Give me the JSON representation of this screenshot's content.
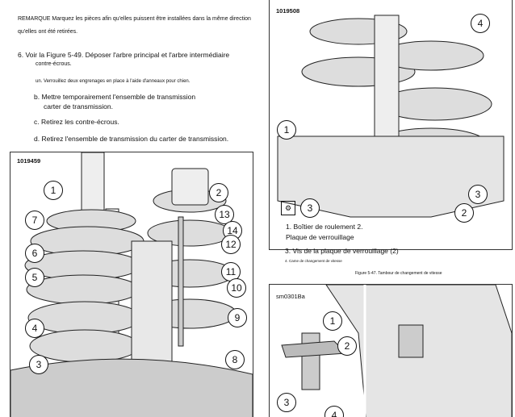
{
  "note": "REMARQUE Marquez les pièces afin qu'elles puissent être installées dans la même direction qu'elles ont été retirées.",
  "note_line1": "REMARQUE Marquez les pièces afin qu'elles puissent être installées dans la même direction",
  "note_line2": "qu'elles ont été retirées.",
  "step6": {
    "line1": "6. Voir la Figure 5-49. Déposer l'arbre principal et l'arbre intermédiaire",
    "line2": "contre-écrous.",
    "a": "un. Verrouillez deux engrenages en place à l'aide d'anneaux pour chien.",
    "b1": "b. Mettre temporairement l'ensemble de transmission",
    "b2": "carter de transmission.",
    "c": "c. Retirez les contre-écrous.",
    "d": "d. Retirez l'ensemble de transmission du carter de transmission."
  },
  "figure_left": {
    "id": "1019459",
    "callouts": [
      "1",
      "2",
      "13",
      "7",
      "14",
      "12",
      "6",
      "11",
      "10",
      "5",
      "9",
      "4",
      "3",
      "8"
    ]
  },
  "figure_right_top": {
    "id": "1019508",
    "callouts": [
      "4",
      "1",
      "3",
      "2",
      "3"
    ],
    "legend": [
      "1. Boîtier de roulement 2.",
      "Plaque de verrouillage",
      "3. Vis de la plaque de verrouillage (2)",
      "4. Came de changement de vitesse"
    ],
    "caption": "Figure 5-47. Tambour de changement de vitesse"
  },
  "figure_right_bottom": {
    "id": "sm0301Ba",
    "callouts": [
      "1",
      "2",
      "3",
      "4"
    ]
  }
}
